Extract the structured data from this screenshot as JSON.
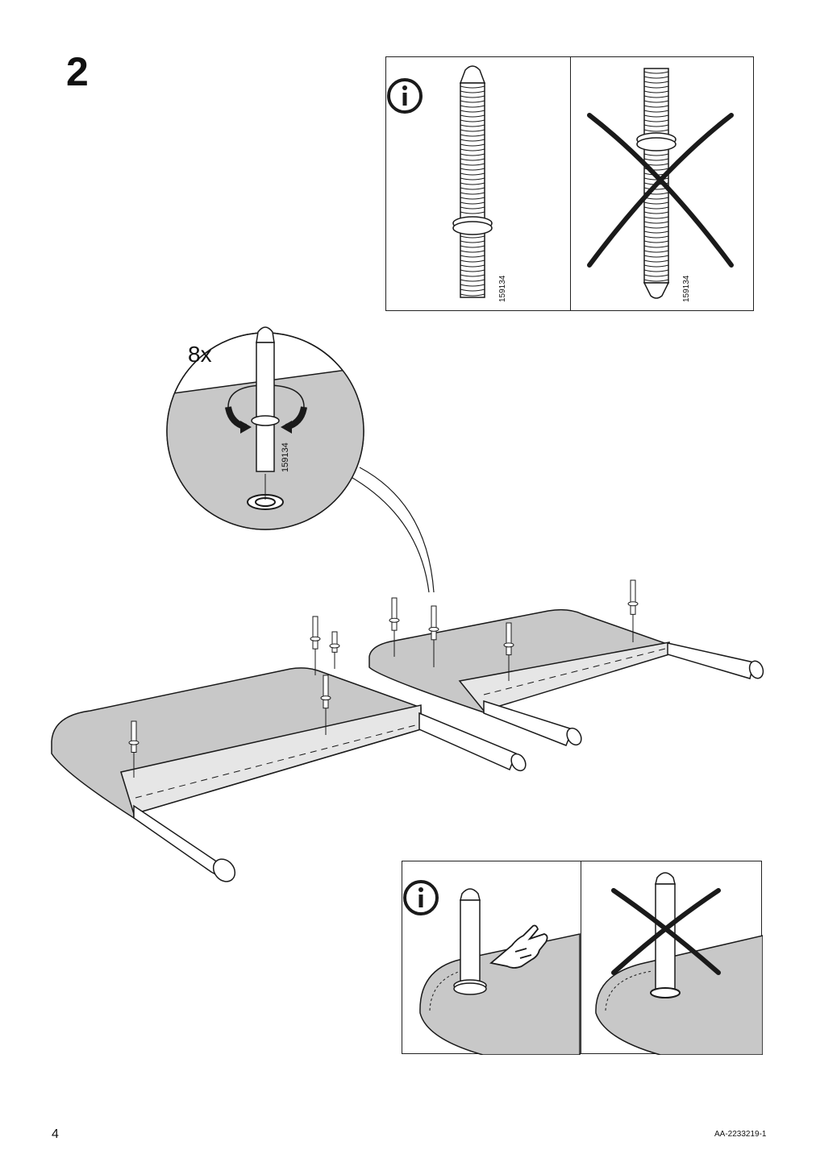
{
  "step": {
    "number": "2"
  },
  "top_panel": {
    "info_icon": "info-icon",
    "correct_label": "159134",
    "wrong_label": "159134"
  },
  "detail": {
    "quantity": "8x",
    "part_code": "159134"
  },
  "bottom_panel": {
    "info_icon": "info-icon"
  },
  "footer": {
    "page_number": "4",
    "document_id": "AA-2233219-1"
  },
  "colors": {
    "surface_gray": "#c8c8c8",
    "strip_light": "#e6e6e6",
    "line": "#1a1a1a"
  }
}
